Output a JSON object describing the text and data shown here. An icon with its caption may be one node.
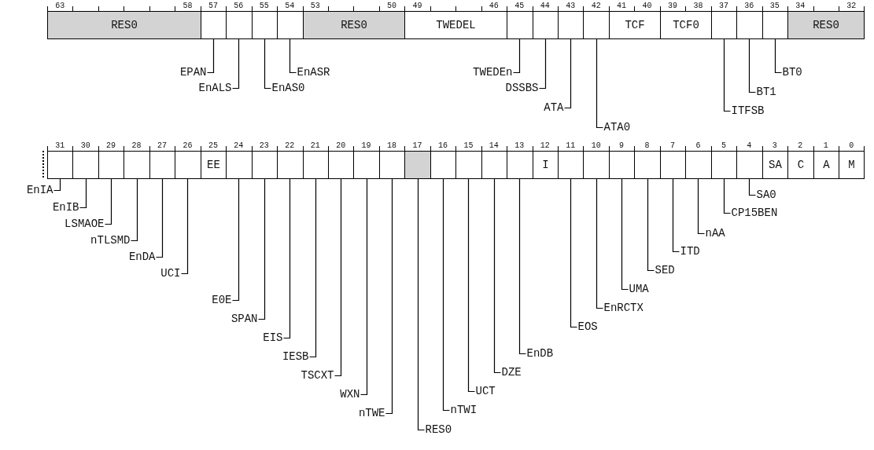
{
  "diagram": {
    "nodes": [
      {
        "text": [
          "RES0"
        ]
      },
      {
        "text": [],
        "shape": "box"
      },
      {
        "text": [],
        "shape": "box"
      },
      {
        "text": [],
        "shape": "box"
      },
      {
        "text": [],
        "shape": "box"
      },
      {
        "text": [
          "RES0"
        ]
      },
      {
        "text": [
          "TWEDEL"
        ]
      },
      {
        "text": [],
        "shape": "box"
      },
      {
        "text": [],
        "shape": "box"
      },
      {
        "text": [],
        "shape": "box"
      },
      {
        "text": [],
        "shape": "box"
      },
      {
        "text": [
          "TCF"
        ]
      },
      {
        "text": [
          "TCF0"
        ]
      },
      {
        "text": [],
        "shape": "box"
      },
      {
        "text": [],
        "shape": "box"
      },
      {
        "text": [],
        "shape": "box"
      },
      {
        "text": [
          "RES0"
        ]
      },
      {
        "text": [],
        "shape": "box"
      },
      {
        "text": [],
        "shape": "box"
      },
      {
        "text": [],
        "shape": "box"
      },
      {
        "text": [],
        "shape": "box"
      },
      {
        "text": [],
        "shape": "box"
      },
      {
        "text": [],
        "shape": "box"
      },
      {
        "text": [
          "EE"
        ]
      },
      {
        "text": [],
        "shape": "box"
      },
      {
        "text": [],
        "shape": "box"
      },
      {
        "text": [],
        "shape": "box"
      },
      {
        "text": [],
        "shape": "box"
      },
      {
        "text": [],
        "shape": "box"
      },
      {
        "text": [],
        "shape": "box"
      },
      {
        "text": [],
        "shape": "box"
      },
      {
        "text": [],
        "shape": "box"
      },
      {
        "text": [],
        "shape": "box"
      },
      {
        "text": [],
        "shape": "box"
      },
      {
        "text": [],
        "shape": "box"
      },
      {
        "text": [],
        "shape": "box"
      },
      {
        "text": [
          "I"
        ]
      },
      {
        "text": [],
        "shape": "box"
      },
      {
        "text": [],
        "shape": "box"
      },
      {
        "text": [],
        "shape": "box"
      },
      {
        "text": [],
        "shape": "box"
      },
      {
        "text": [],
        "shape": "box"
      },
      {
        "text": [],
        "shape": "box"
      },
      {
        "text": [],
        "shape": "box"
      },
      {
        "text": [],
        "shape": "box"
      },
      {
        "text": [
          "SA"
        ]
      },
      {
        "text": [
          "C"
        ]
      },
      {
        "text": [
          "A"
        ]
      },
      {
        "text": [
          "M"
        ]
      },
      {
        "text": [
          "EPAN"
        ]
      },
      {
        "text": [
          "EnALS"
        ]
      },
      {
        "text": [
          "EnAS0"
        ]
      },
      {
        "text": [
          "EnASR"
        ]
      },
      {
        "text": [
          "TWEDEn"
        ]
      },
      {
        "text": [
          "DSSBS"
        ]
      },
      {
        "text": [
          "ATA"
        ]
      },
      {
        "text": [
          "ATA0"
        ]
      },
      {
        "text": [
          "ITFSB"
        ]
      },
      {
        "text": [
          "BT1"
        ]
      },
      {
        "text": [
          "BT0"
        ]
      },
      {
        "text": [
          "EnIA"
        ]
      },
      {
        "text": [
          "EnIB"
        ]
      },
      {
        "text": [
          "LSMAOE"
        ]
      },
      {
        "text": [
          "nTLSMD"
        ]
      },
      {
        "text": [
          "EnDA"
        ]
      },
      {
        "text": [
          "UCI"
        ]
      },
      {
        "text": [
          "E0E"
        ]
      },
      {
        "text": [
          "SPAN"
        ]
      },
      {
        "text": [
          "EIS"
        ]
      },
      {
        "text": [
          "IESB"
        ]
      },
      {
        "text": [
          "TSCXT"
        ]
      },
      {
        "text": [
          "WXN"
        ]
      },
      {
        "text": [
          "nTWE"
        ]
      },
      {
        "text": [
          "RES0"
        ]
      },
      {
        "text": [
          "nTWI"
        ]
      },
      {
        "text": [
          "UCT"
        ]
      },
      {
        "text": [
          "DZE"
        ]
      },
      {
        "text": [
          "EnDB"
        ]
      },
      {
        "text": [
          "EOS"
        ]
      },
      {
        "text": [
          "EnRCTX"
        ]
      },
      {
        "text": [
          "UMA"
        ]
      },
      {
        "text": [
          "SED"
        ]
      },
      {
        "text": [
          "ITD"
        ]
      },
      {
        "text": [
          "nAA"
        ]
      },
      {
        "text": [
          "CP15BEN"
        ]
      },
      {
        "text": [
          "SA0"
        ]
      }
    ],
    "edges": [
      {
        "from": 49,
        "to": 1,
        "arrow": "none"
      },
      {
        "from": 50,
        "to": 2,
        "arrow": "none"
      },
      {
        "from": 51,
        "to": 3,
        "arrow": "none"
      },
      {
        "from": 52,
        "to": 4,
        "arrow": "none"
      },
      {
        "from": 53,
        "to": 7,
        "arrow": "none"
      },
      {
        "from": 54,
        "to": 8,
        "arrow": "none"
      },
      {
        "from": 55,
        "to": 9,
        "arrow": "none"
      },
      {
        "from": 56,
        "to": 10,
        "arrow": "none"
      },
      {
        "from": 57,
        "to": 13,
        "arrow": "none"
      },
      {
        "from": 58,
        "to": 14,
        "arrow": "none"
      },
      {
        "from": 59,
        "to": 15,
        "arrow": "none"
      },
      {
        "from": 60,
        "to": 17,
        "arrow": "none"
      },
      {
        "from": 61,
        "to": 18,
        "arrow": "none"
      },
      {
        "from": 62,
        "to": 19,
        "arrow": "none"
      },
      {
        "from": 63,
        "to": 20,
        "arrow": "none"
      },
      {
        "from": 64,
        "to": 21,
        "arrow": "none"
      },
      {
        "from": 65,
        "to": 22,
        "arrow": "none"
      },
      {
        "from": 66,
        "to": 24,
        "arrow": "none"
      },
      {
        "from": 67,
        "to": 25,
        "arrow": "none"
      },
      {
        "from": 68,
        "to": 26,
        "arrow": "none"
      },
      {
        "from": 69,
        "to": 27,
        "arrow": "none"
      },
      {
        "from": 70,
        "to": 28,
        "arrow": "none"
      },
      {
        "from": 71,
        "to": 29,
        "arrow": "none"
      },
      {
        "from": 72,
        "to": 30,
        "arrow": "none"
      },
      {
        "from": 73,
        "to": 31,
        "arrow": "none"
      },
      {
        "from": 74,
        "to": 32,
        "arrow": "none"
      },
      {
        "from": 75,
        "to": 33,
        "arrow": "none"
      },
      {
        "from": 76,
        "to": 34,
        "arrow": "none"
      },
      {
        "from": 77,
        "to": 35,
        "arrow": "none"
      },
      {
        "from": 78,
        "to": 37,
        "arrow": "none"
      },
      {
        "from": 79,
        "to": 38,
        "arrow": "none"
      },
      {
        "from": 80,
        "to": 39,
        "arrow": "none"
      },
      {
        "from": 81,
        "to": 40,
        "arrow": "none"
      },
      {
        "from": 82,
        "to": 41,
        "arrow": "none"
      },
      {
        "from": 83,
        "to": 42,
        "arrow": "none"
      },
      {
        "from": 84,
        "to": 43,
        "arrow": "none"
      },
      {
        "from": 85,
        "to": 44,
        "arrow": "none"
      }
    ],
    "labels": [
      "63",
      "58",
      "57",
      "56",
      "55",
      "54",
      "53",
      "50",
      "49",
      "46",
      "45",
      "44",
      "43",
      "42",
      "41",
      "40",
      "39",
      "38",
      "37",
      "36",
      "35",
      "34",
      "32",
      "31",
      "30",
      "29",
      "28",
      "27",
      "26",
      "25",
      "24",
      "23",
      "22",
      "21",
      "20",
      "19",
      "18",
      "17",
      "16",
      "15",
      "14",
      "13",
      "12",
      "11",
      "10",
      "9",
      "8",
      "7",
      "6",
      "5",
      "4",
      "3",
      "2",
      "1",
      "0"
    ]
  }
}
